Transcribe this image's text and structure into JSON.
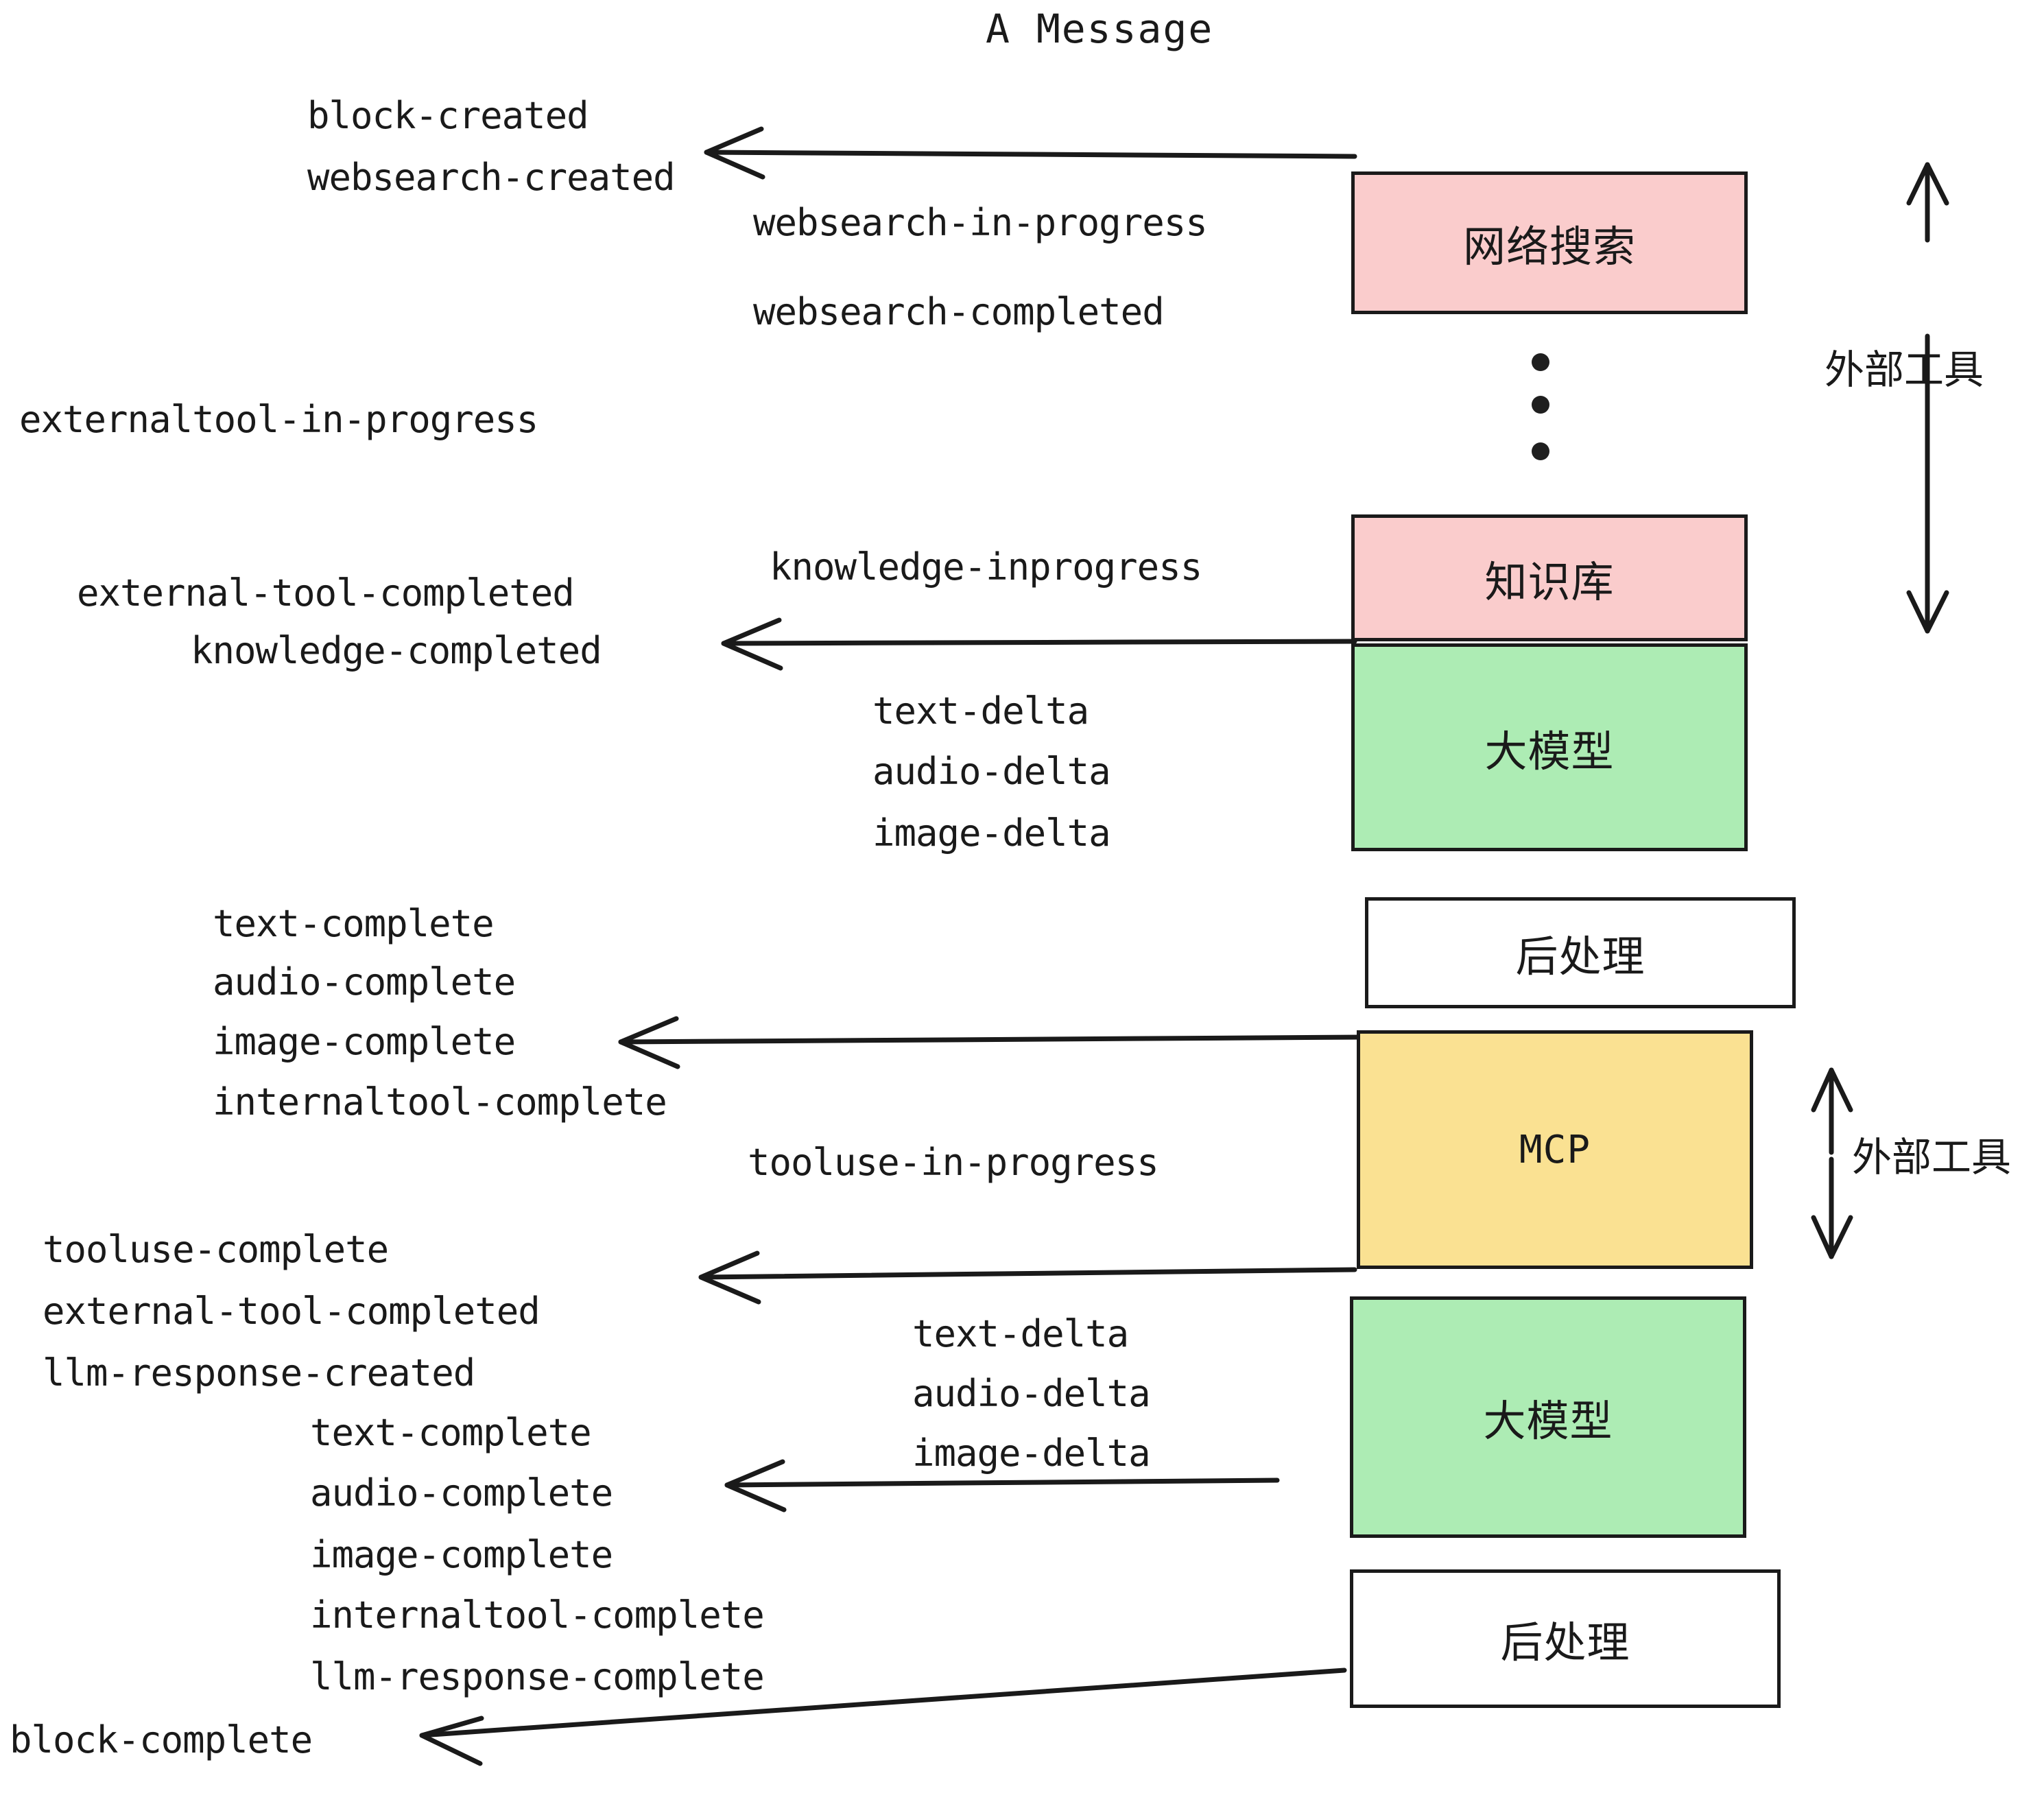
{
  "title": "A Message",
  "colors": {
    "pink": "#FACCCC",
    "green": "#ADECB4",
    "yellow": "#FAE192",
    "white": "#FFFFFF",
    "stroke": "#1A1A1A",
    "background": "#FFFFFF"
  },
  "nodes": [
    {
      "id": "websearch",
      "label": "网络搜索",
      "fill": "pink"
    },
    {
      "id": "knowledge",
      "label": "知识库",
      "fill": "pink"
    },
    {
      "id": "llm-top",
      "label": "大模型",
      "fill": "green"
    },
    {
      "id": "postproc-top",
      "label": "后处理",
      "fill": "white"
    },
    {
      "id": "mcp",
      "label": "MCP",
      "fill": "yellow"
    },
    {
      "id": "llm-bottom",
      "label": "大模型",
      "fill": "green"
    },
    {
      "id": "postproc-bottom",
      "label": "后处理",
      "fill": "white"
    }
  ],
  "side_labels": [
    {
      "id": "external-tools-top",
      "label": "外部工具"
    },
    {
      "id": "external-tools-bottom",
      "label": "外部工具"
    }
  ],
  "events": {
    "block_created": "block-created",
    "websearch_created": "websearch-created",
    "websearch_in_progress": "websearch-in-progress",
    "websearch_completed": "websearch-completed",
    "externaltool_in_progress": "externaltool-in-progress",
    "knowledge_inprogress": "knowledge-inprogress",
    "external_tool_completed_1": "external-tool-completed",
    "knowledge_completed": "knowledge-completed",
    "text_delta_1": "text-delta",
    "audio_delta_1": "audio-delta",
    "image_delta_1": "image-delta",
    "text_complete_1": "text-complete",
    "audio_complete_1": "audio-complete",
    "image_complete_1": "image-complete",
    "internaltool_complete_1": "internaltool-complete",
    "tooluse_in_progress": "tooluse-in-progress",
    "tooluse_complete": "tooluse-complete",
    "external_tool_completed_2": "external-tool-completed",
    "llm_response_created": "llm-response-created",
    "text_delta_2": "text-delta",
    "audio_delta_2": "audio-delta",
    "image_delta_2": "image-delta",
    "text_complete_2": "text-complete",
    "audio_complete_2": "audio-complete",
    "image_complete_2": "image-complete",
    "internaltool_complete_2": "internaltool-complete",
    "llm_response_complete": "llm-response-complete",
    "block_complete": "block-complete"
  },
  "ellipsis": {
    "id": "vertical-ellipsis",
    "dots": 3
  }
}
